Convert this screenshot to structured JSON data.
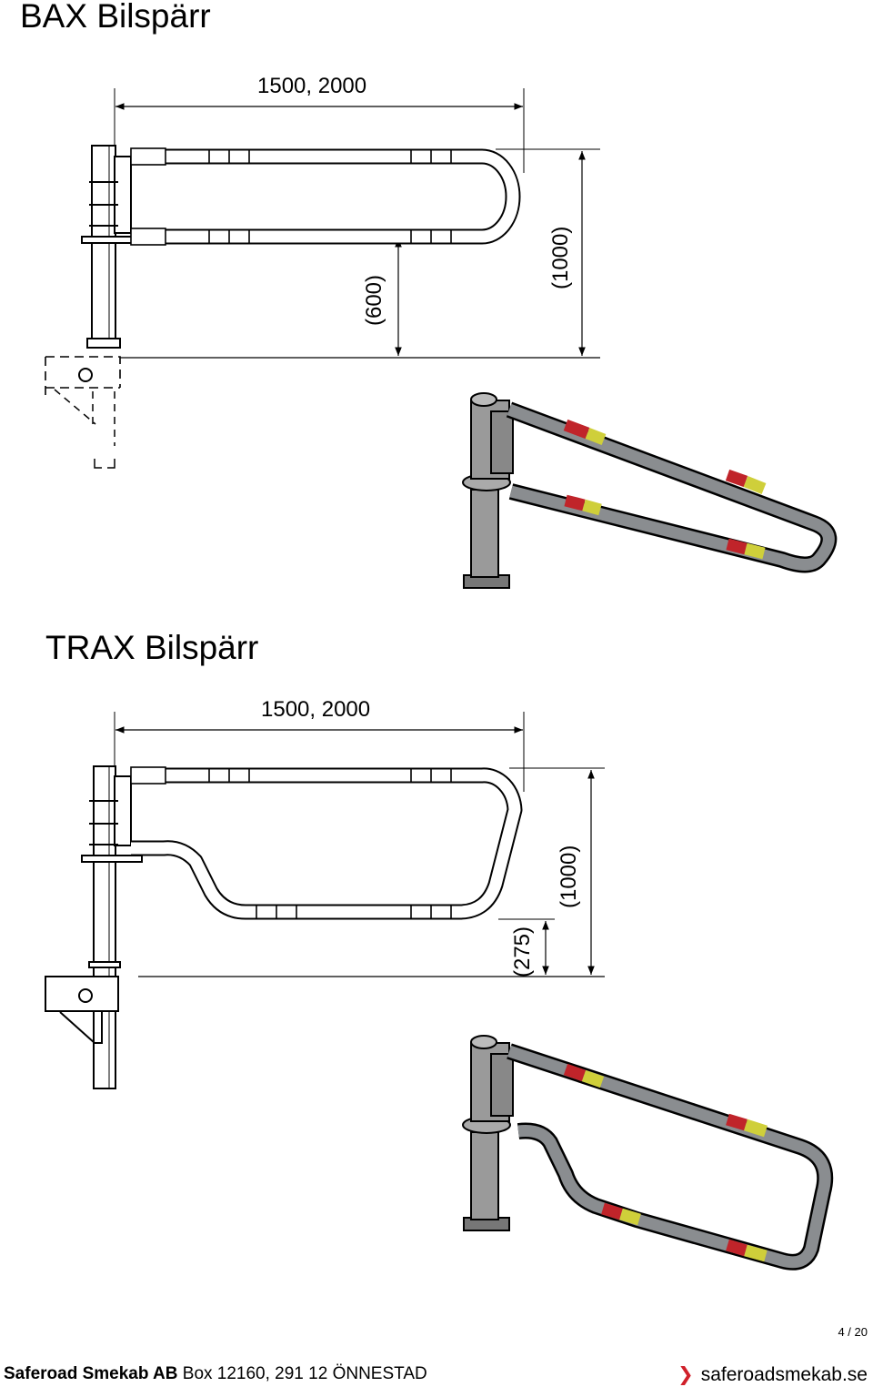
{
  "sections": [
    {
      "title": "BAX Bilspärr",
      "width_label": "1500, 2000",
      "height_labels": [
        "(600)",
        "(1000)"
      ]
    },
    {
      "title": "TRAX Bilspärr",
      "width_label": "1500, 2000",
      "height_labels": [
        "(275)",
        "(1000)"
      ]
    }
  ],
  "page_number": "4 / 20",
  "footer": {
    "company": "Saferoad Smekab AB",
    "address": "Box 12160, 291 12 ÖNNESTAD",
    "website": "saferoadsmekab.se"
  },
  "colors": {
    "stripe_red": "#c0242a",
    "stripe_yellow": "#cfcf3a",
    "pipe_grey": "#8a8d90"
  }
}
